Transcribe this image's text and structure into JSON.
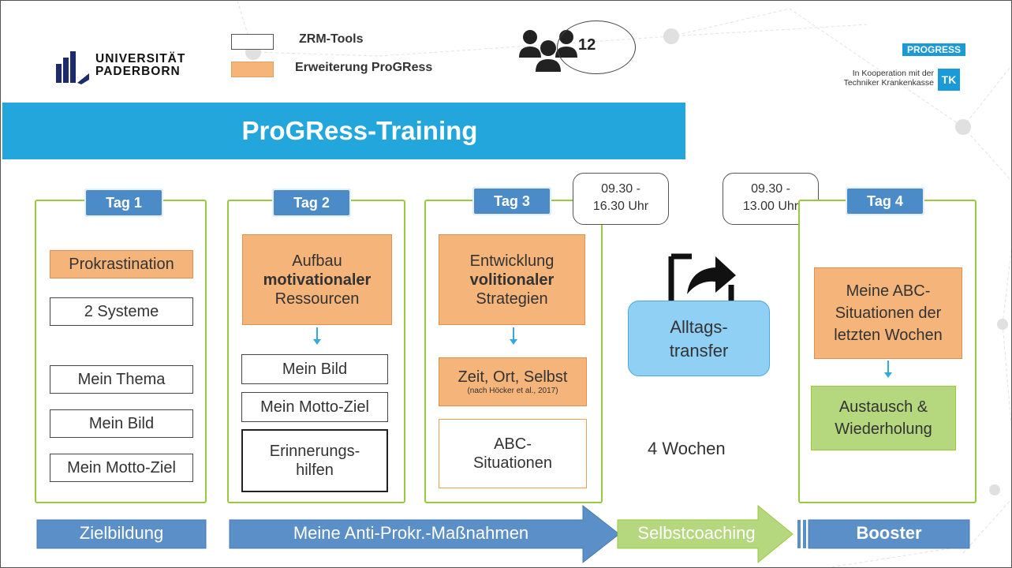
{
  "header": {
    "university_line1": "UNIVERSITÄT",
    "university_line2": "PADERBORN",
    "legend": [
      {
        "label": "ZRM-Tools",
        "style": "white"
      },
      {
        "label": "Erweiterung ProGRess",
        "style": "orange"
      }
    ],
    "participants_count": "12",
    "participants_icon": "group-people-icon",
    "progress_badge": "PROGRESS",
    "cooperation_line1": "In Kooperation mit der",
    "cooperation_line2": "Techniker Krankenkasse",
    "tk_logo_text": "TK"
  },
  "title": "ProGRess-Training",
  "days": {
    "day1": {
      "tag": "Tag 1",
      "items": [
        "Prokrastination",
        "2 Systeme",
        "Mein Thema",
        "Mein Bild",
        "Mein Motto-Ziel"
      ]
    },
    "day2": {
      "tag": "Tag 2",
      "top_line1": "Aufbau",
      "top_line2": "motivationaler",
      "top_line3": "Ressourcen",
      "items": [
        "Mein Bild",
        "Mein Motto-Ziel"
      ],
      "last_line1": "Erinnerungs-",
      "last_line2": "hilfen"
    },
    "day3": {
      "tag": "Tag 3",
      "top_line1": "Entwicklung",
      "top_line2": "volitionaler",
      "top_line3": "Strategien",
      "mid_main": "Zeit, Ort, Selbst",
      "mid_note": "(nach Höcker et al., 2017)",
      "last_line1": "ABC-",
      "last_line2": "Situationen"
    },
    "day4": {
      "tag": "Tag 4",
      "top_line1": "Meine ABC-",
      "top_line2": "Situationen der",
      "top_line3": "letzten Wochen",
      "green_line1": "Austausch &",
      "green_line2": "Wiederholung"
    }
  },
  "times": {
    "first": {
      "line1": "09.30 -",
      "line2": "16.30 Uhr"
    },
    "second": {
      "line1": "09.30 -",
      "line2": "13.00 Uhr"
    }
  },
  "transfer": {
    "icon": "share-arrow-icon",
    "line1": "Alltags-",
    "line2": "transfer",
    "duration": "4 Wochen"
  },
  "phases": {
    "p1": "Zielbildung",
    "p2": "Meine Anti-Prokr.-Maßnahmen",
    "p3": "Selbstcoaching",
    "p4": "Booster"
  },
  "colors": {
    "title_blue": "#22a6dc",
    "day_tag_blue": "#4a8bc8",
    "panel_green": "#9bc93e",
    "orange": "#f4b47a",
    "phase_blue": "#5b8fc7",
    "phase_green": "#b5d77e"
  }
}
